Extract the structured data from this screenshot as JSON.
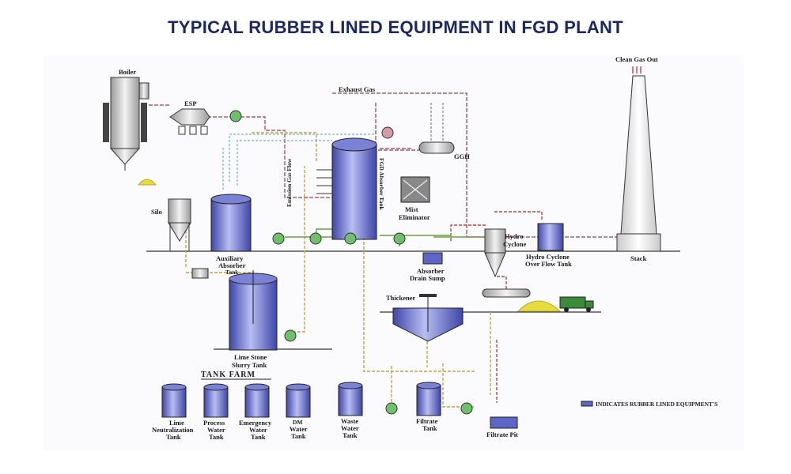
{
  "title": "TYPICAL RUBBER LINED EQUIPMENT IN FGD PLANT",
  "legend": {
    "text": "INDICATES RUBBER LINED EQUIPMENT'S"
  },
  "colors": {
    "gas_line": "#b85a6a",
    "slurry_line": "#c8a040",
    "water_line": "#7ab0c8",
    "green_line": "#6aa040",
    "vessel_fill": "#5d66c8",
    "pump": "#6ec06a",
    "gypsum": "#e6dc3c",
    "title": "#1c2766"
  },
  "labels": {
    "boiler": "Boiler",
    "esp": "ESP",
    "exhaust_gas": "Exhaust Gas",
    "clean_gas_out": "Clean Gas Out",
    "ggh": "GGH",
    "emission_gas_flow": "Emission Gas Flow",
    "fgd_absorber_tank": "FGD Absorber Tank",
    "mist_eliminator": [
      "Mist",
      "Eliminator"
    ],
    "silo": "Silo",
    "auxiliary_absorber_tank": [
      "Auxiliary",
      "Absorber",
      "Tank"
    ],
    "absorber_drain_sump": [
      "Absorber",
      "Drain Sump"
    ],
    "hydro_cyclone": [
      "Hydro",
      "Cyclone"
    ],
    "hydro_cyclone_overflow_tank": [
      "Hydro Cyclone",
      "Over Flow Tank"
    ],
    "stack": "Stack",
    "thickener": "Thickener",
    "lime_stone_slurry_tank": [
      "Lime Stone",
      "Slurry Tank"
    ],
    "tank_farm": "TANK FARM",
    "lime_neutralization_tank": [
      "Lime",
      "Neutralization",
      "Tank"
    ],
    "process_water_tank": [
      "Process",
      "Water",
      "Tank"
    ],
    "emergency_water_tank": [
      "Emergency",
      "Water",
      "Tank"
    ],
    "dm_water_tank": [
      "DM",
      "Water",
      "Tank"
    ],
    "waste_water_tank": [
      "Waste",
      "Water",
      "Tank"
    ],
    "filtrate_tank": [
      "Filtrate",
      "Tank"
    ],
    "filtrate_pit": "Filtrate Pit"
  }
}
